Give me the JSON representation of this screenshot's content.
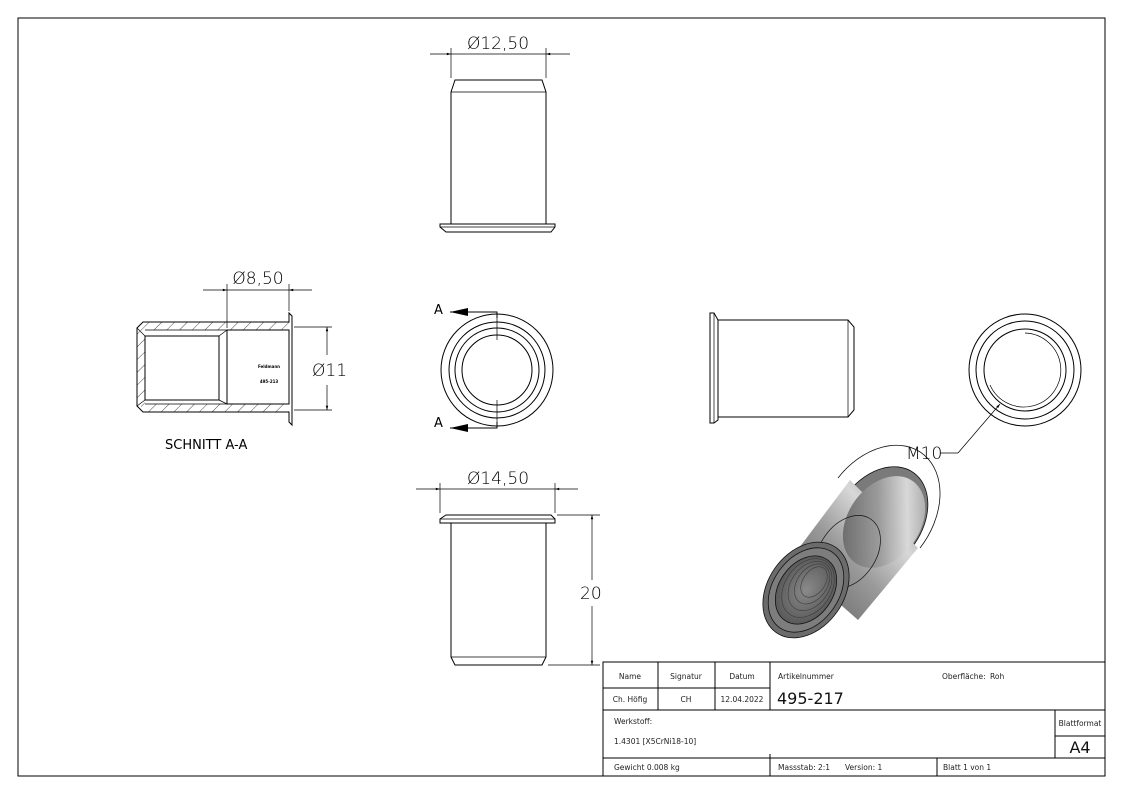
{
  "views": {
    "top": {
      "dimension": "Ø12,50"
    },
    "section": {
      "dimension_bore": "Ø8,50",
      "dimension_outer": "Ø11",
      "title": "SCHNITT A-A",
      "marking_line1": "Feldmann",
      "marking_line2": "495-213"
    },
    "front": {
      "section_label_top": "A",
      "section_label_bottom": "A"
    },
    "end": {
      "thread_callout": "M10"
    },
    "bottom": {
      "dimension_diameter": "Ø14,50",
      "dimension_length": "20"
    }
  },
  "title_block": {
    "name_header": "Name",
    "signature_header": "Signatur",
    "date_header": "Datum",
    "article_header": "Artikelnummer",
    "surface_label": "Oberfläche:",
    "surface_value": "Roh",
    "name_value": "Ch. Höfig",
    "signature_value": "CH",
    "date_value": "12.04.2022",
    "article_value": "495-217",
    "material_label": "Werkstoff:",
    "material_value": "1.4301 [X5CrNi18-10]",
    "format_label": "Blattformat",
    "format_value": "A4",
    "weight": "Gewicht 0.008 kg",
    "scale": "Massstab: 2:1",
    "version": "Version: 1",
    "sheet": "Blatt 1 von 1"
  }
}
